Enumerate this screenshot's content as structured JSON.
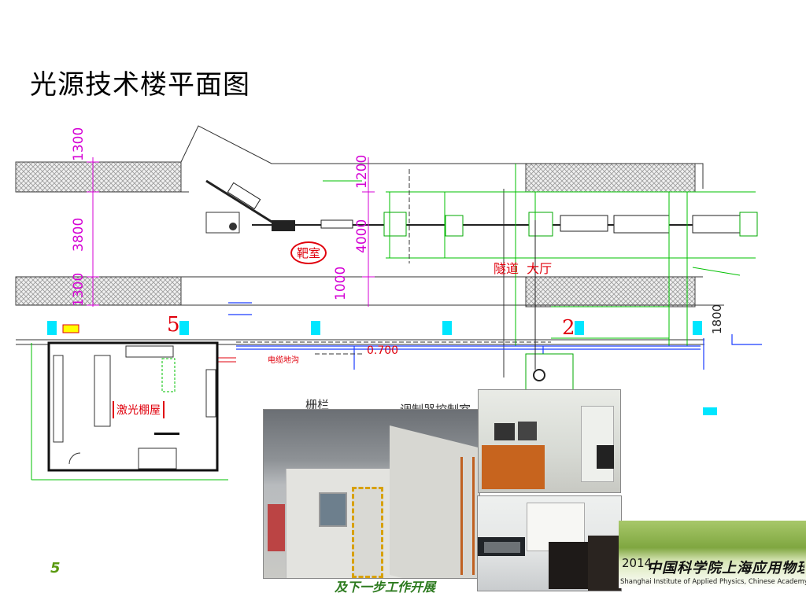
{
  "slide": {
    "title": "光源技术楼平面图",
    "page_number": "5",
    "footer_text": "及下一步工作开展",
    "year": "2014"
  },
  "drawing": {
    "dimensions": {
      "d1300_top": "1300",
      "d3800": "3800",
      "d1300_bottom": "1300",
      "d1200": "1200",
      "d4000": "4000",
      "d1000": "1000",
      "d1800": "1800",
      "d700": "0.700",
      "d5": "5",
      "d2": "2"
    },
    "labels": {
      "target_room": "靶室",
      "tunnel_hall": "隧道  大厅",
      "laser_hut": "激光棚屋",
      "cable_trench": "电缆地沟",
      "fence": "栅栏",
      "control_room": "调制器控制室"
    }
  },
  "institute": {
    "name_cn": "中国科学院上海应用物理研究所",
    "name_en": "Shanghai Institute of Applied Physics, Chinese Academy of Sciences"
  },
  "colors": {
    "magenta": "#d400d4",
    "green": "#00c000",
    "cyan": "#00e6ff",
    "red": "#e0000c",
    "blue": "#1a3cff"
  }
}
